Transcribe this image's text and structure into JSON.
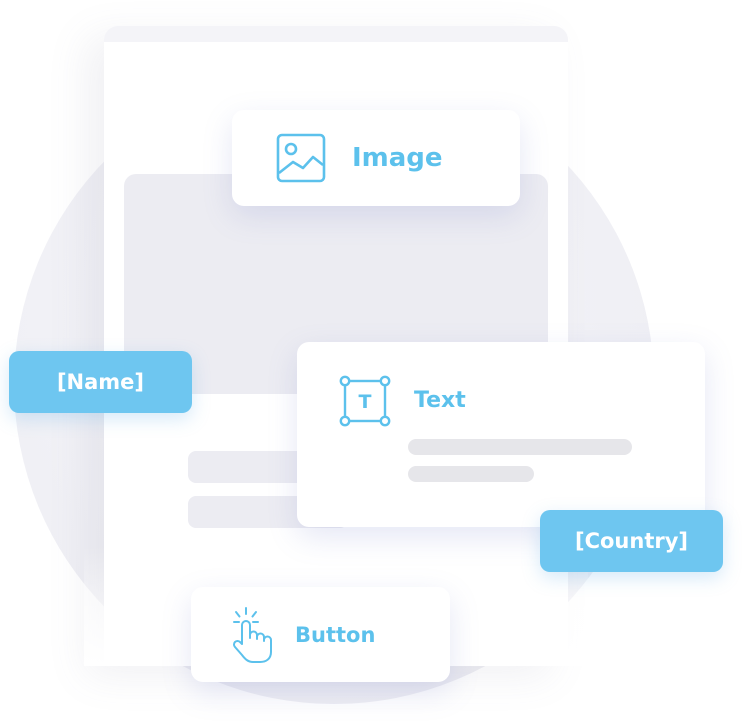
{
  "cards": {
    "image": {
      "label": "Image",
      "icon": "image-icon"
    },
    "text": {
      "label": "Text",
      "icon": "text-frame-icon"
    },
    "button": {
      "label": "Button",
      "icon": "tap-hand-icon"
    }
  },
  "tags": {
    "name": "[Name]",
    "country": "[Country]"
  },
  "colors": {
    "accent": "#5cc1ec",
    "tag_background": "#6ec6f0",
    "placeholder": "#ececf2"
  }
}
